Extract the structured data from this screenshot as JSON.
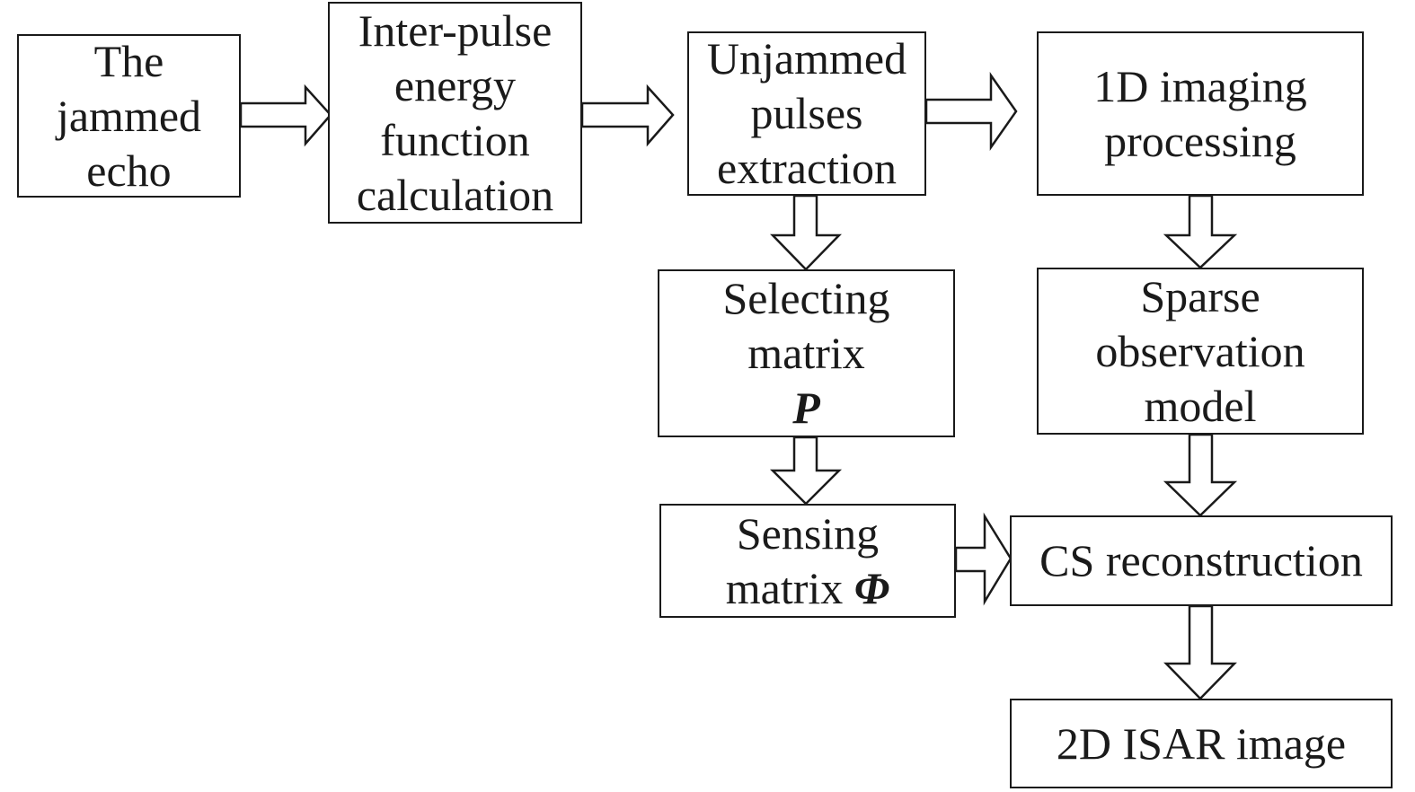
{
  "diagram": {
    "nodes": {
      "jammed_echo": {
        "lines": [
          "The",
          "jammed",
          "echo"
        ]
      },
      "energy_calc": {
        "lines": [
          "Inter-pulse",
          "energy",
          "function",
          "calculation"
        ]
      },
      "unjammed_extraction": {
        "lines": [
          "Unjammed",
          "pulses",
          "extraction"
        ]
      },
      "imaging_1d": {
        "lines": [
          "1D imaging",
          "processing"
        ]
      },
      "selecting_matrix": {
        "lines": [
          "Selecting",
          "matrix"
        ],
        "symbol": "P"
      },
      "sparse_model": {
        "lines": [
          "Sparse",
          "observation",
          "model"
        ]
      },
      "sensing_matrix": {
        "lines": [
          "Sensing"
        ],
        "last_line_text": "matrix",
        "symbol": "Φ"
      },
      "cs_reconstruction": {
        "lines": [
          "CS reconstruction"
        ]
      },
      "isar_image": {
        "lines": [
          "2D ISAR image"
        ]
      }
    },
    "edges": [
      {
        "from": "jammed_echo",
        "to": "energy_calc"
      },
      {
        "from": "energy_calc",
        "to": "unjammed_extraction"
      },
      {
        "from": "unjammed_extraction",
        "to": "imaging_1d"
      },
      {
        "from": "unjammed_extraction",
        "to": "selecting_matrix"
      },
      {
        "from": "selecting_matrix",
        "to": "sensing_matrix"
      },
      {
        "from": "imaging_1d",
        "to": "sparse_model"
      },
      {
        "from": "sparse_model",
        "to": "cs_reconstruction"
      },
      {
        "from": "sensing_matrix",
        "to": "cs_reconstruction"
      },
      {
        "from": "cs_reconstruction",
        "to": "isar_image"
      }
    ]
  }
}
